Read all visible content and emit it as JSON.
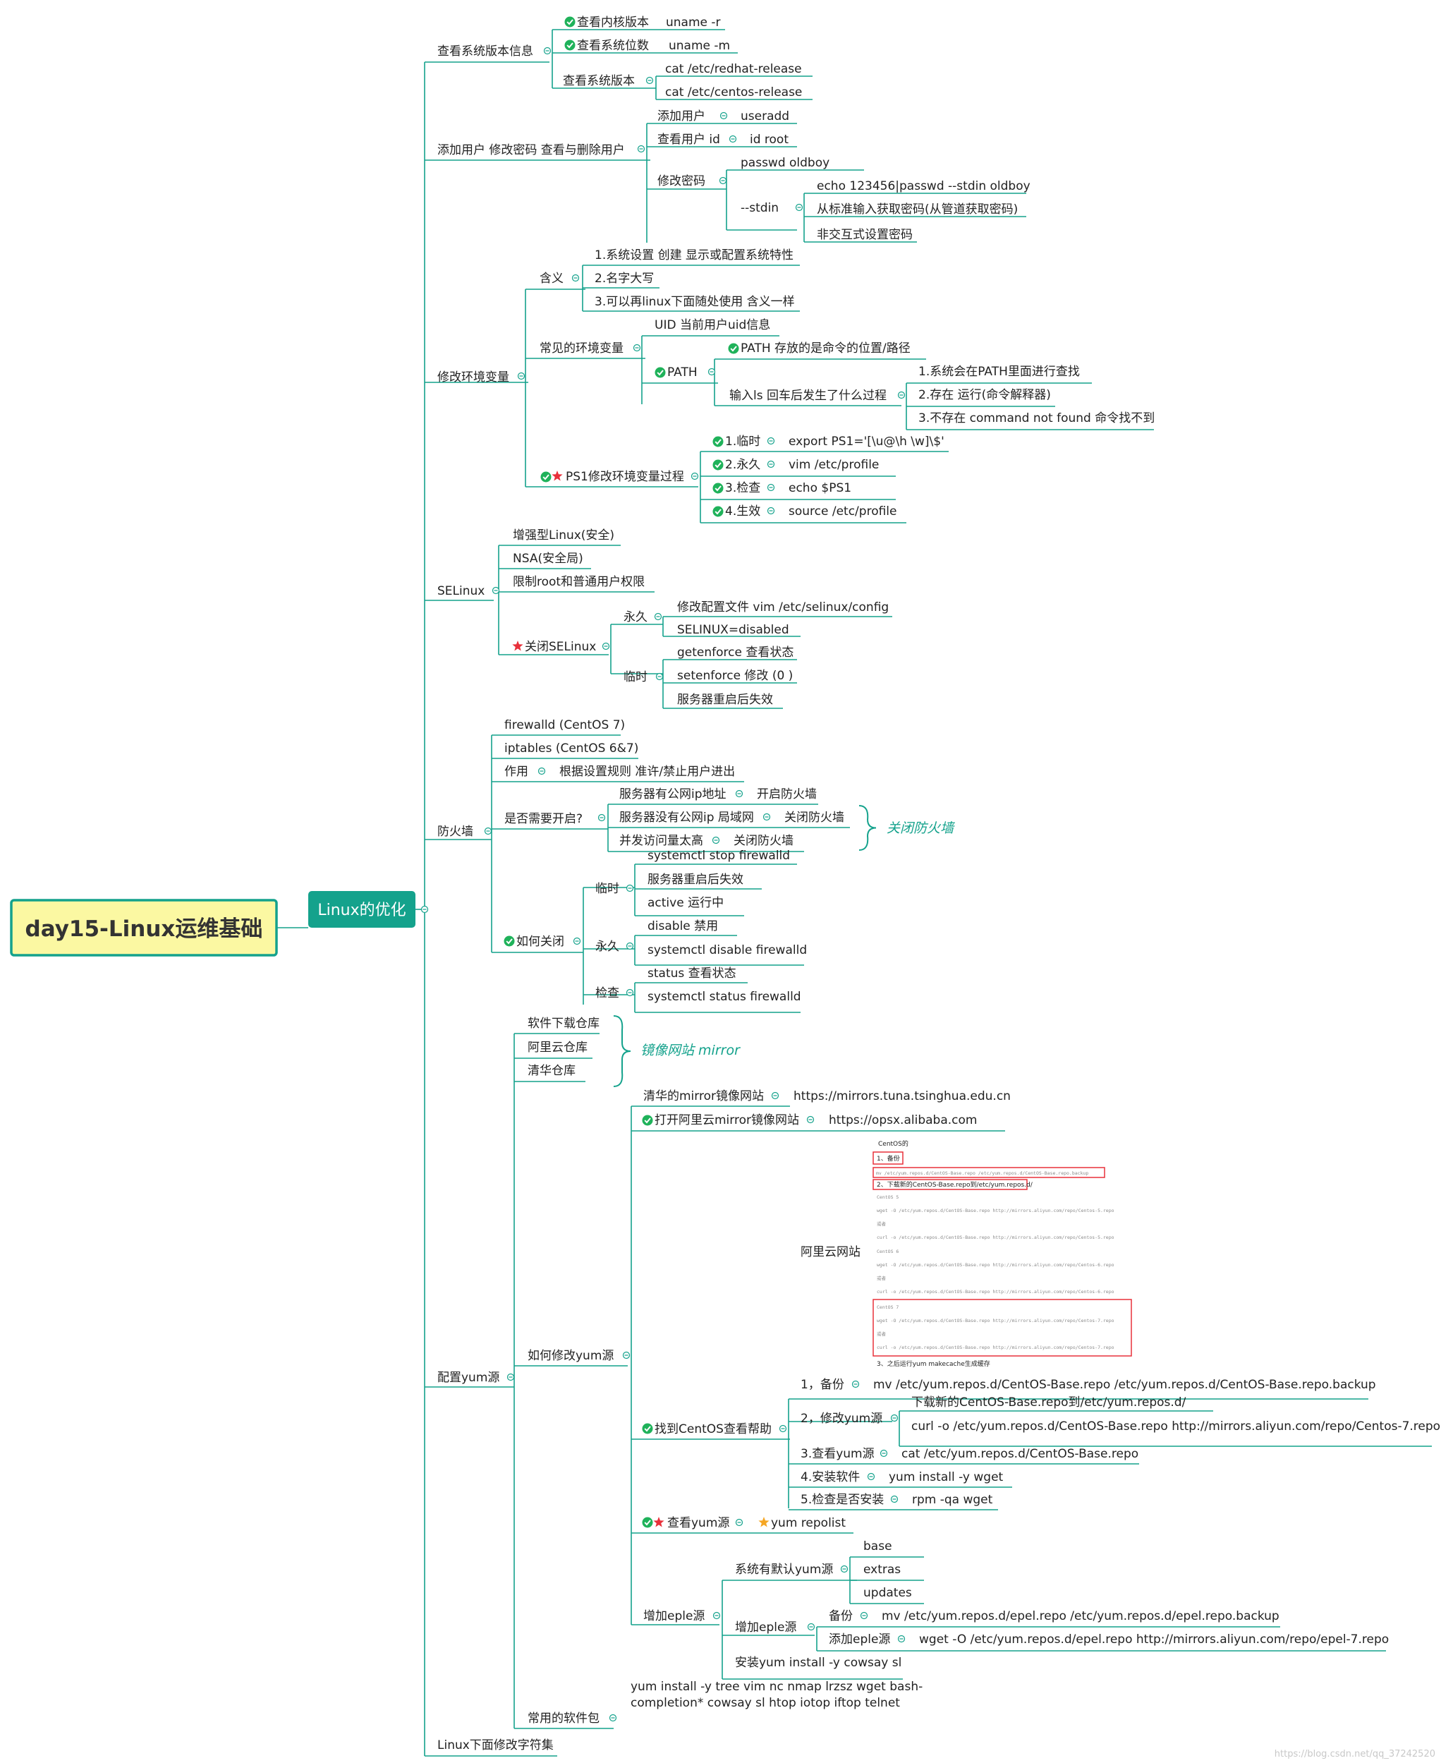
{
  "root": {
    "title": "day15-Linux运维基础"
  },
  "center": {
    "title": "Linux的优化"
  },
  "nodes": {
    "n1": "查看系统版本信息",
    "n1_1": "查看内核版本",
    "n1_1v": "uname -r",
    "n1_2": "查看系统位数",
    "n1_2v": "uname -m",
    "n1_3": "查看系统版本",
    "n1_3a": "cat /etc/redhat-release",
    "n1_3b": "cat /etc/centos-release",
    "n2": "添加用户 修改密码 查看与删除用户",
    "n2_1": "添加用户",
    "n2_1v": "useradd",
    "n2_2": "查看用户 id",
    "n2_2v": "id root",
    "n2_3": "修改密码",
    "n2_3a": "passwd  oldboy",
    "n2_3b": "--stdin",
    "n2_3b1": "echo 123456|passwd --stdin oldboy",
    "n2_3b2": "从标准输入获取密码(从管道获取密码)",
    "n2_3b3": "非交互式设置密码",
    "n3": "修改环境变量",
    "n3_1": "含义",
    "n3_1a": "1.系统设置 创建 显示或配置系统特性",
    "n3_1b": "2.名字大写",
    "n3_1c": "3.可以再linux下面随处使用 含义一样",
    "n3_2": "常见的环境变量",
    "n3_2a": "UID  当前用户uid信息",
    "n3_2b": "PATH",
    "n3_2b1": "PATH 存放的是命令的位置/路径",
    "n3_2b2": "输入ls 回车后发生了什么过程",
    "n3_2b2a": "1.系统会在PATH里面进行查找",
    "n3_2b2b": "2.存在 运行(命令解释器)",
    "n3_2b2c": "3.不存在 command not found 命令找不到",
    "n3_3": "PS1修改环境变量过程",
    "n3_3a": "1.临时",
    "n3_3av": "export PS1='[\\u@\\h \\w]\\$'",
    "n3_3b": "2.永久",
    "n3_3bv": "vim  /etc/profile",
    "n3_3c": "3.检查",
    "n3_3cv": "echo $PS1",
    "n3_3d": "4.生效",
    "n3_3dv": "source /etc/profile",
    "n4": "SELinux",
    "n4_1": "增强型Linux(安全)",
    "n4_2": "NSA(安全局)",
    "n4_3": "限制root和普通用户权限",
    "n4_4": "关闭SELinux",
    "n4_4a": "永久",
    "n4_4a1": "修改配置文件 vim /etc/selinux/config",
    "n4_4a2": "SELINUX=disabled",
    "n4_4b": "临时",
    "n4_4b1": "getenforce 查看状态",
    "n4_4b2": "setenforce 修改 (0 )",
    "n4_4b3": "服务器重启后失效",
    "n5": "防火墙",
    "n5_1": "firewalld (CentOS 7)",
    "n5_2": "iptables (CentOS 6&7)",
    "n5_3": "作用",
    "n5_3v": "根据设置规则 准许/禁止用户进出",
    "n5_4": "是否需要开启?",
    "n5_4a": "服务器有公网ip地址",
    "n5_4av": "开启防火墙",
    "n5_4b": "服务器没有公网ip 局域网",
    "n5_4bv": "关闭防火墙",
    "n5_4c": "并发访问量太高",
    "n5_4cv": "关闭防火墙",
    "n5_4brace": "关闭防火墙",
    "n5_5": "如何关闭",
    "n5_5a": "临时",
    "n5_5a1": "systemctl stop firewalld",
    "n5_5a2": "服务器重启后失效",
    "n5_5a3": "active 运行中",
    "n5_5b": "永久",
    "n5_5b1": "disable 禁用",
    "n5_5b2": "systemctl disable firewalld",
    "n5_5c": "检查",
    "n5_5c1": "status  查看状态",
    "n5_5c2": "systemctl status firewalld",
    "n6": "配置yum源",
    "n6_1": "软件下载仓库",
    "n6_2": "阿里云仓库",
    "n6_3": "清华仓库",
    "n6_brace": "镜像网站 mirror",
    "n6_4": "如何修改yum源",
    "n6_4a": "清华的mirror镜像网站",
    "n6_4av": "https://mirrors.tuna.tsinghua.edu.cn",
    "n6_4b": "打开阿里云mirror镜像网站",
    "n6_4bv": "https://opsx.alibaba.com",
    "n6_4c": "阿里云网站",
    "n6_4d": "找到CentOS查看帮助",
    "n6_4d1": "1，备份",
    "n6_4d1v": "mv /etc/yum.repos.d/CentOS-Base.repo /etc/yum.repos.d/CentOS-Base.repo.backup",
    "n6_4d2": "2，修改yum源",
    "n6_4d2a": "下载新的CentOS-Base.repo到/etc/yum.repos.d/",
    "n6_4d2b": "curl -o /etc/yum.repos.d/CentOS-Base.repo http://mirrors.aliyun.com/repo/Centos-7.repo",
    "n6_4d3": "3.查看yum源",
    "n6_4d3v": "cat /etc/yum.repos.d/CentOS-Base.repo",
    "n6_4d4": "4.安装软件",
    "n6_4d4v": "yum install -y wget",
    "n6_4d5": "5.检查是否安装",
    "n6_4d5v": "rpm -qa wget",
    "n6_4e": "查看yum源",
    "n6_4ev": "yum repolist",
    "n6_4f": "增加eple源",
    "n6_4f1": "系统有默认yum源",
    "n6_4f1a": "base",
    "n6_4f1b": "extras",
    "n6_4f1c": "updates",
    "n6_4f2": "增加eple源",
    "n6_4f2a": "备份",
    "n6_4f2av": "mv /etc/yum.repos.d/epel.repo /etc/yum.repos.d/epel.repo.backup",
    "n6_4f2b": "添加eple源",
    "n6_4f2bv": "wget -O /etc/yum.repos.d/epel.repo http://mirrors.aliyun.com/repo/epel-7.repo",
    "n6_4f3": "安装yum install -y cowsay sl",
    "n6_5": "常用的软件包",
    "n6_5a": "yum install -y  tree vim nc nmap lrzsz  wget  bash-",
    "n6_5b": "completion* cowsay  sl htop iotop  iftop  telnet",
    "n7": "Linux下面修改字符集"
  },
  "screenshot": {
    "title": "CentOS的",
    "step1": "1、备份",
    "cmd1": "mv /etc/yum.repos.d/CentOS-Base.repo /etc/yum.repos.d/CentOS-Base.repo.backup",
    "step2": "2、下载新的CentOS-Base.repo到/etc/yum.repos.d/",
    "c5": "CentOS 5",
    "wget5": "wget -O /etc/yum.repos.d/CentOS-Base.repo http://mirrors.aliyun.com/repo/Centos-5.repo",
    "or1": "或者",
    "curl5": "curl -o /etc/yum.repos.d/CentOS-Base.repo http://mirrors.aliyun.com/repo/Centos-5.repo",
    "c6": "CentOS 6",
    "wget6": "wget -O /etc/yum.repos.d/CentOS-Base.repo http://mirrors.aliyun.com/repo/Centos-6.repo",
    "or2": "或者",
    "curl6": "curl -o /etc/yum.repos.d/CentOS-Base.repo http://mirrors.aliyun.com/repo/Centos-6.repo",
    "c7": "CentOS 7",
    "wget7": "wget -O /etc/yum.repos.d/CentOS-Base.repo http://mirrors.aliyun.com/repo/Centos-7.repo",
    "or3": "或者",
    "curl7": "curl -o /etc/yum.repos.d/CentOS-Base.repo http://mirrors.aliyun.com/repo/Centos-7.repo",
    "step3": "3、之后运行yum makecache生成缓存"
  },
  "watermark": "https://blog.csdn.net/qq_37242520",
  "colors": {
    "line": "#14a28c",
    "center_fill": "#14a28c",
    "root_fill": "#fbf8a2",
    "root_border": "#14a28c",
    "check": "#1fb25a",
    "star_red": "#e8303a",
    "star_gold": "#f5a623",
    "box_red": "#e8303a"
  }
}
